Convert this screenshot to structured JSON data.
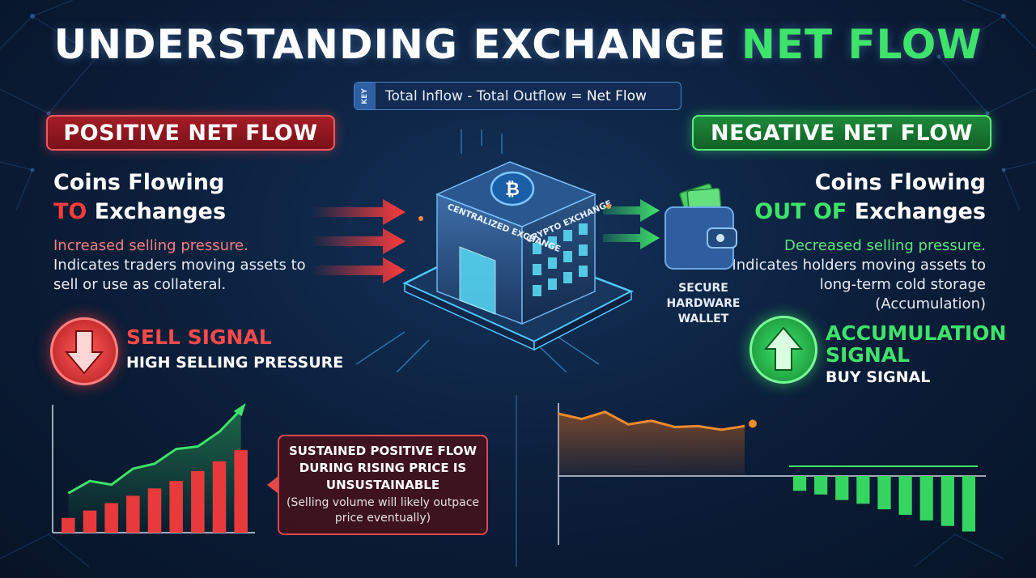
{
  "title": {
    "main": "UNDERSTANDING EXCHANGE",
    "accent": "NET FLOW"
  },
  "key": {
    "tag": "KEY",
    "part1": "Total Inflow - Total Outflow = ",
    "part2": "Net Flow"
  },
  "positive": {
    "banner": "POSITIVE NET FLOW",
    "line1": "Coins Flowing",
    "line2_accent": "TO",
    "line2_rest": " Exchanges",
    "lead": "Increased selling pressure.",
    "desc": "Indicates traders moving assets to sell or use as collateral.",
    "signal_title": "SELL SIGNAL",
    "signal_sub": "HIGH SELLING PRESSURE"
  },
  "negative": {
    "banner": "NEGATIVE NET FLOW",
    "line1": "Coins Flowing",
    "line2_accent": "OUT OF",
    "line2_rest": " Exchanges",
    "lead": "Decreased selling pressure.",
    "desc": "Indicates holders moving assets to long-term cold storage (Accumulation)",
    "signal_title": "ACCUMULATION SIGNAL",
    "signal_sub": "BUY SIGNAL"
  },
  "exchange": {
    "label_left": "CENTRALIZED EXCHANGE",
    "label_right": "CRYPTO EXCHANGE",
    "coin_symbol": "₿"
  },
  "wallet": {
    "label": "SECURE HARDWARE WALLET"
  },
  "callout": {
    "main": "SUSTAINED POSITIVE FLOW DURING RISING PRICE IS UNSUSTAINABLE",
    "sub": "(Selling volume will likely outpace price eventually)"
  },
  "colors": {
    "positive": "#ff3b3b",
    "negative": "#3ee36a",
    "background": "#0b1d38",
    "price_line_down": "#f08a2c"
  },
  "icons": {
    "sell": "arrow-down-icon",
    "accumulation": "arrow-up-icon",
    "coin": "bitcoin-icon",
    "wallet": "wallet-icon"
  },
  "chart_data": [
    {
      "type": "bar",
      "description_series": "positive net flow bars with rising price line",
      "bars": [
        1.2,
        1.8,
        2.4,
        3.0,
        3.6,
        4.2,
        5.0,
        5.8,
        6.7
      ],
      "line": [
        3.2,
        4.2,
        3.9,
        5.2,
        5.6,
        6.8,
        7.0,
        8.2,
        10.0
      ],
      "ylim": [
        0,
        10
      ]
    },
    {
      "type": "bar",
      "description_series": "negative net flow bars with falling price line",
      "bars": [
        -1.6,
        -2.0,
        -2.6,
        -3.0,
        -3.6,
        -4.2,
        -4.8,
        -5.4,
        -6.0
      ],
      "line": [
        7.0,
        6.4,
        7.2,
        5.8,
        6.2,
        5.5,
        5.6,
        5.2,
        5.6
      ],
      "ylim": [
        -7,
        8
      ]
    }
  ]
}
